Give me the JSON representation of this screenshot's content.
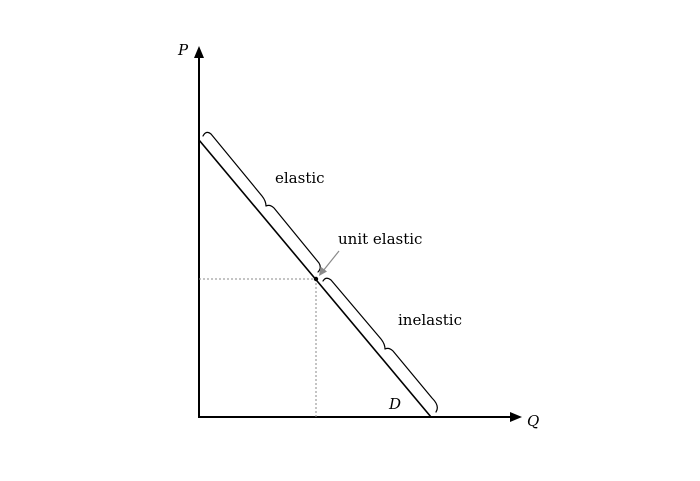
{
  "diagram": {
    "labels": {
      "price_axis": "P",
      "quantity_axis": "Q",
      "elastic": "elastic",
      "unit_elastic": "unit elastic",
      "inelastic": "inelastic",
      "demand_curve": "D"
    },
    "colors": {
      "lines": "#000000",
      "guides": "#8a8a8a",
      "background": "#ffffff"
    }
  }
}
